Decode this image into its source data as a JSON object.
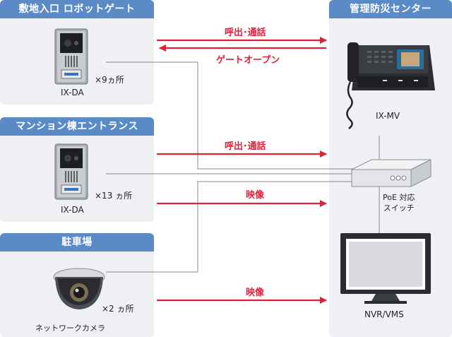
{
  "panels": {
    "gate": {
      "title": "敷地入口 ロボットゲート",
      "device": "IX-DA",
      "count": "×9ヵ所"
    },
    "mansion": {
      "title": "マンション棟エントランス",
      "device": "IX-DA",
      "count": "×13 ヵ所"
    },
    "parking": {
      "title": "駐車場",
      "device": "ネットワークカメラ",
      "count": "×2 ヵ所"
    },
    "center": {
      "title": "管理防災センター",
      "monitor": "IX-MV",
      "switch": "PoE 対応\nスイッチ",
      "nvr": "NVR/VMS"
    }
  },
  "arrows": {
    "call1": "呼出･通話",
    "gate_open": "ゲートオープン",
    "call2": "呼出･通話",
    "video1": "映像",
    "video2": "映像"
  },
  "colors": {
    "header": "#5a8bc6",
    "panel": "#eef0f4",
    "arrow": "#e0213a",
    "wire": "#8a8a8a"
  },
  "icons": [
    "intercom-door-station-icon",
    "desk-phone-monitor-icon",
    "network-switch-icon",
    "dome-camera-icon",
    "lcd-monitor-icon"
  ]
}
